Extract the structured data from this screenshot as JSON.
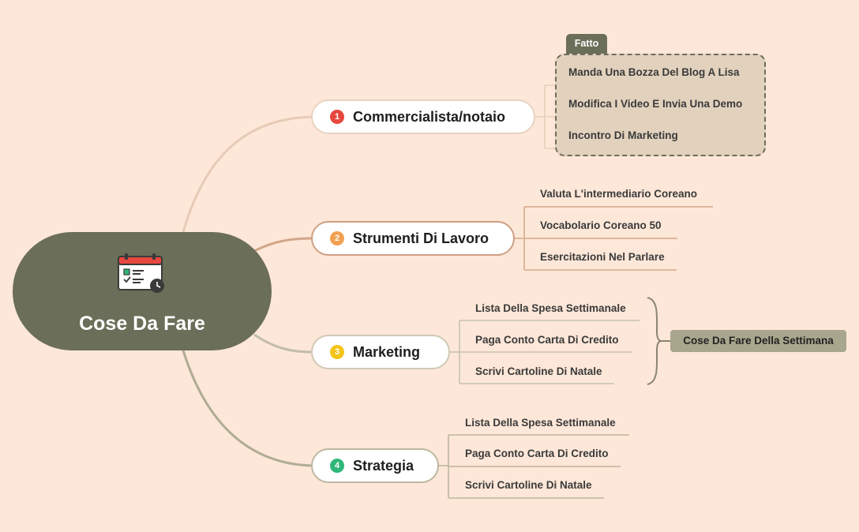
{
  "central": {
    "title": "Cose Da Fare",
    "icon": "calendar-checklist-icon"
  },
  "boundary": {
    "label": "Fatto"
  },
  "summary": {
    "label": "Cose Da Fare Della Settimana"
  },
  "branches": [
    {
      "number": "1",
      "label": "Commercialista/notaio",
      "color": "#e8473e",
      "border_color": "#e3c9b2",
      "items": [
        "Manda Una Bozza Del Blog A Lisa",
        "Modifica I Video E Invia Una Demo",
        "Incontro Di Marketing"
      ]
    },
    {
      "number": "2",
      "label": "Strumenti Di Lavoro",
      "color": "#f0a050",
      "border_color": "#cf9f83",
      "items": [
        "Valuta L'intermediario Coreano",
        "Vocabolario Coreano 50",
        "Esercitazioni Nel Parlare"
      ]
    },
    {
      "number": "3",
      "label": "Marketing",
      "color": "#f2c417",
      "border_color": "#c9c1ad",
      "items": [
        "Lista Della Spesa Settimanale",
        "Paga Conto Carta Di Credito",
        "Scrivi Cartoline Di Natale"
      ]
    },
    {
      "number": "4",
      "label": "Strategia",
      "color": "#2fb779",
      "border_color": "#b8b49b",
      "items": [
        "Lista Della Spesa Settimanale",
        "Paga Conto Carta Di Credito",
        "Scrivi Cartoline Di Natale"
      ]
    }
  ]
}
